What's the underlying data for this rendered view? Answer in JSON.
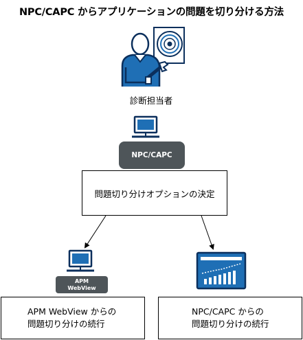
{
  "title": "NPC/CAPC からアプリケーションの問題を切り分ける方法",
  "role": "診断担当者",
  "npc_node": "NPC/CAPC",
  "decision": "問題切り分けオプションの決定",
  "apm_node": {
    "line1": "APM",
    "line2": "WebView"
  },
  "outcome_left": {
    "line1": "APM WebView からの",
    "line2": "問題切り分けの続行"
  },
  "outcome_right": {
    "line1": "NPC/CAPC からの",
    "line2": "問題切り分けの続行"
  },
  "icons": [
    "person-with-wrench-icon",
    "disc-icon",
    "computer-icon",
    "dashboard-chart-icon"
  ],
  "colors": {
    "accent_blue": "#1f6fb5",
    "dark_blue": "#0b2f5c",
    "pill_gray": "#4e5559"
  }
}
